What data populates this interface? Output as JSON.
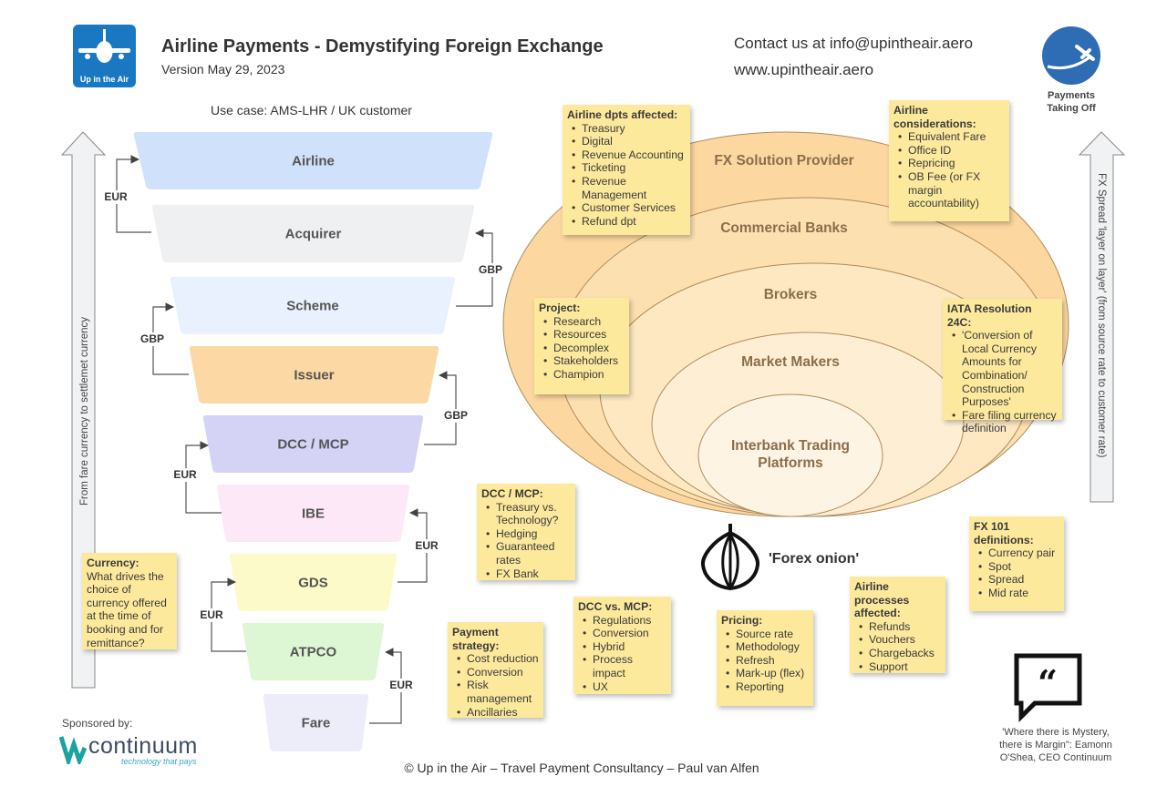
{
  "header": {
    "title": "Airline Payments - Demystifying Foreign Exchange",
    "version": "Version May 29, 2023",
    "contact": "Contact us at info@upintheair.aero",
    "website": "www.upintheair.aero",
    "logo_text": "Up in the Air",
    "badge_text_1": "Payments",
    "badge_text_2": "Taking Off",
    "use_case": "Use case: AMS-LHR / UK customer"
  },
  "funnel": [
    {
      "label": "Airline",
      "color": "#cfe1fb"
    },
    {
      "label": "Acquirer",
      "color": "#eef0f2"
    },
    {
      "label": "Scheme",
      "color": "#e8f1fd"
    },
    {
      "label": "Issuer",
      "color": "#fbd8a4"
    },
    {
      "label": "DCC / MCP",
      "color": "#d4d3f6"
    },
    {
      "label": "IBE",
      "color": "#fde8f8"
    },
    {
      "label": "GDS",
      "color": "#fcfac8"
    },
    {
      "label": "ATPCO",
      "color": "#ddf6d3"
    },
    {
      "label": "Fare",
      "color": "#ededfa"
    }
  ],
  "connectors": [
    "EUR",
    "GBP",
    "GBP",
    "GBP",
    "EUR",
    "EUR",
    "EUR",
    "EUR"
  ],
  "side_arrows": {
    "left": "From fare currency to settlemet currency",
    "right": "FX Spread 'layer on layer' (from source rate to customer rate)"
  },
  "onion": {
    "layers": [
      "FX Solution Provider",
      "Commercial Banks",
      "Brokers",
      "Market Makers",
      "Interbank Trading",
      "Platforms"
    ],
    "label": "'Forex onion'"
  },
  "notes": {
    "airline_dpts": {
      "title": "Airline dpts affected:",
      "items": [
        "Treasury",
        "Digital",
        "Revenue Accounting",
        "Ticketing",
        "Revenue Management",
        "Customer Services",
        "Refund dpt"
      ]
    },
    "airline_considerations": {
      "title": "Airline considerations:",
      "items": [
        "Equivalent Fare",
        "Office ID",
        "Repricing",
        "OB Fee (or FX margin accountability)"
      ]
    },
    "project": {
      "title": "Project:",
      "items": [
        "Research",
        "Resources",
        "Decomplex",
        "Stakeholders",
        "Champion"
      ]
    },
    "iata": {
      "title": "IATA Resolution 24C:",
      "items": [
        "'Conversion of Local Currency Amounts for Combination/ Construction Purposes'",
        "Fare filing currency definition"
      ]
    },
    "dcc_mcp": {
      "title": "DCC / MCP:",
      "items": [
        "Treasury vs. Technology?",
        "Hedging",
        "Guaranteed rates",
        "FX Bank"
      ]
    },
    "fx101": {
      "title": "FX 101 definitions:",
      "items": [
        "Currency pair",
        "Spot",
        "Spread",
        "Mid rate"
      ]
    },
    "currency": {
      "title": "Currency:",
      "text": "What drives the choice of currency offered at the time of booking and for remittance?"
    },
    "payment_strategy": {
      "title": "Payment strategy:",
      "items": [
        "Cost reduction",
        "Conversion",
        "Risk management",
        "Ancillaries"
      ]
    },
    "dcc_vs_mcp": {
      "title": "DCC vs. MCP:",
      "items": [
        "Regulations",
        "Conversion",
        "Hybrid",
        "Process impact",
        "UX"
      ]
    },
    "pricing": {
      "title": "Pricing:",
      "items": [
        "Source rate",
        "Methodology",
        "Refresh",
        "Mark-up (flex)",
        "Reporting"
      ]
    },
    "airline_processes": {
      "title": "Airline processes affected:",
      "items": [
        "Refunds",
        "Vouchers",
        "Chargebacks",
        "Support"
      ]
    }
  },
  "quote": "'Where there is Mystery, there is Margin\": Eamonn O'Shea, CEO Continuum",
  "sponsor": {
    "label": "Sponsored by:",
    "name": "continuum",
    "tagline": "technology that pays"
  },
  "footer": "© Up in the Air – Travel Payment Consultancy – Paul van Alfen"
}
